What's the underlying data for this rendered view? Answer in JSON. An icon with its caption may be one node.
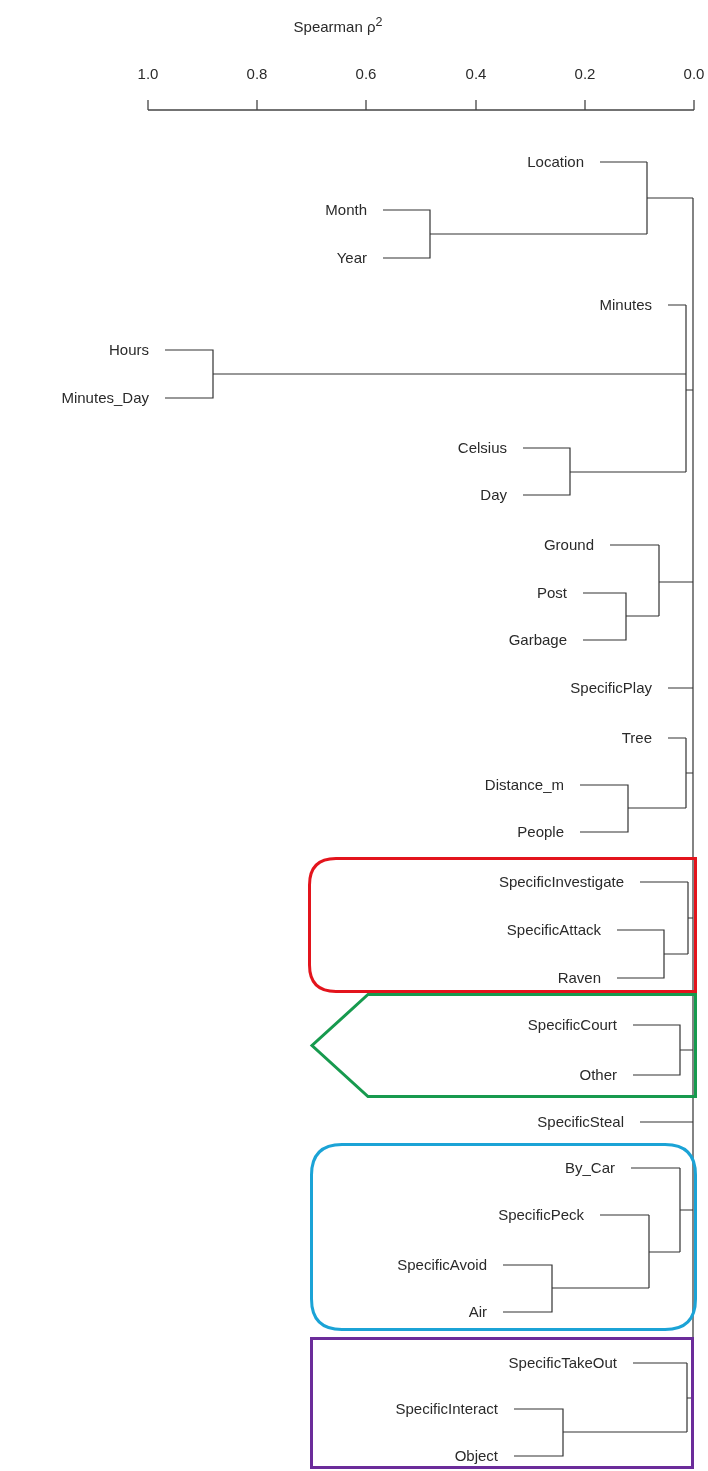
{
  "diagram": {
    "nodes": [
      {
        "text": [
          "Location"
        ]
      },
      {
        "text": [
          "Month"
        ]
      },
      {
        "text": [
          "Year"
        ]
      },
      {
        "text": [
          "Minutes"
        ]
      },
      {
        "text": [
          "Hours"
        ]
      },
      {
        "text": [
          "Minutes_Day"
        ]
      },
      {
        "text": [
          "Celsius"
        ]
      },
      {
        "text": [
          "Day"
        ]
      },
      {
        "text": [
          "Ground"
        ]
      },
      {
        "text": [
          "Post"
        ]
      },
      {
        "text": [
          "Garbage"
        ]
      },
      {
        "text": [
          "SpecificPlay"
        ]
      },
      {
        "text": [
          "Tree"
        ]
      },
      {
        "text": [
          "Distance_m"
        ]
      },
      {
        "text": [
          "People"
        ]
      },
      {
        "text": [],
        "shape": "box"
      },
      {
        "text": [
          "SpecificInvestigate"
        ],
        "in": 15
      },
      {
        "text": [
          "SpecificAttack"
        ],
        "in": 15
      },
      {
        "text": [
          "Raven"
        ],
        "in": 15
      },
      {
        "text": [],
        "shape": "pentagon"
      },
      {
        "text": [
          "SpecificCourt"
        ],
        "in": 19
      },
      {
        "text": [
          "Other"
        ],
        "in": 19
      },
      {
        "text": [
          "SpecificSteal"
        ]
      },
      {
        "text": [],
        "shape": "box"
      },
      {
        "text": [
          "By_Car"
        ],
        "in": 23
      },
      {
        "text": [
          "SpecificPeck"
        ],
        "in": 23
      },
      {
        "text": [
          "SpecificAvoid"
        ],
        "in": 23
      },
      {
        "text": [
          "Air"
        ],
        "in": 23
      },
      {
        "text": [],
        "shape": "box"
      },
      {
        "text": [
          "SpecificTakeOut"
        ],
        "in": 28
      },
      {
        "text": [
          "SpecificInteract"
        ],
        "in": 28
      },
      {
        "text": [
          "Object"
        ],
        "in": 28
      }
    ],
    "edges": [
      {
        "from": 1,
        "to": 2,
        "arrow": "none"
      },
      {
        "from": 4,
        "to": 5,
        "arrow": "none"
      },
      {
        "from": 6,
        "to": 7,
        "arrow": "none"
      },
      {
        "from": 9,
        "to": 10,
        "arrow": "none"
      },
      {
        "from": 13,
        "to": 14,
        "arrow": "none"
      },
      {
        "from": 17,
        "to": 18,
        "arrow": "none"
      },
      {
        "from": 20,
        "to": 21,
        "arrow": "none"
      },
      {
        "from": 26,
        "to": 27,
        "arrow": "none"
      },
      {
        "from": 30,
        "to": 31,
        "arrow": "none"
      }
    ],
    "labels": [
      "Spearman ρ$^{2}$",
      "1.0",
      "0.8",
      "0.6",
      "0.4",
      "0.2",
      "0.0"
    ]
  }
}
